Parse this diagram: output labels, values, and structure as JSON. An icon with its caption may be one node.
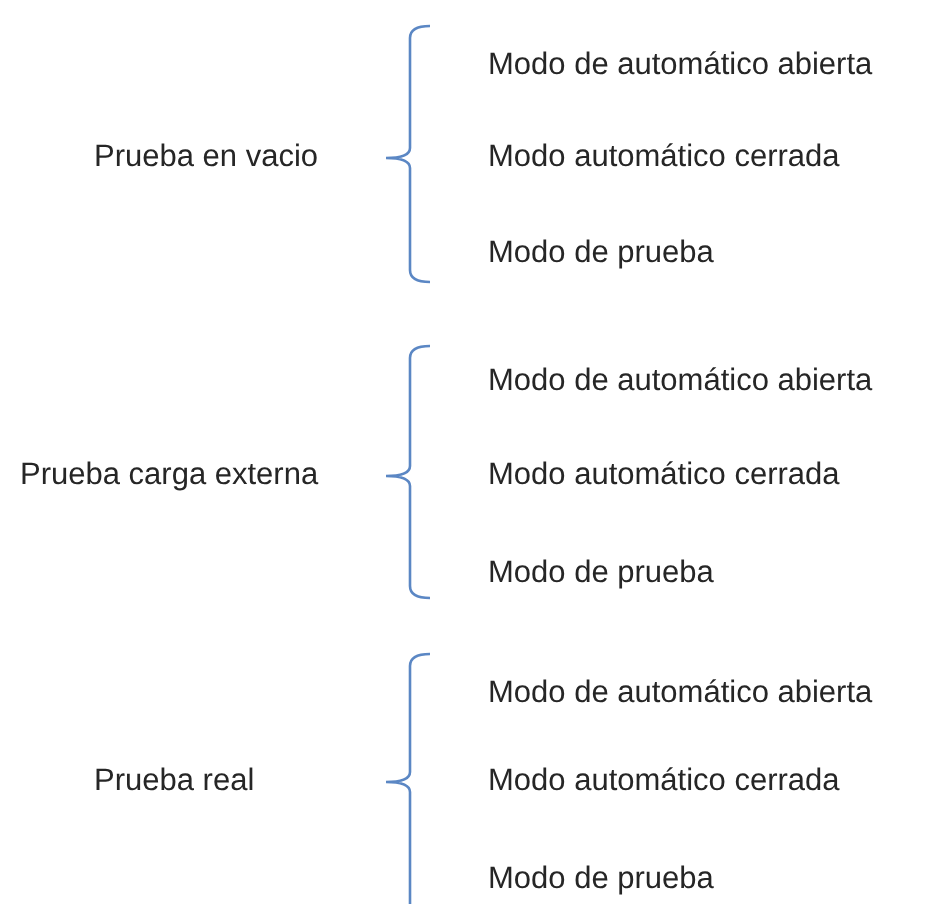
{
  "diagram": {
    "labels": [
      "Prueba en vacio",
      "Modo de automático abierta",
      "Modo automático cerrada",
      "Modo de prueba",
      "Prueba carga externa",
      "Modo de automático abierta",
      "Modo automático cerrada",
      "Modo de prueba",
      "Prueba real",
      "Modo de automático abierta",
      "Modo automático cerrada",
      "Modo de prueba"
    ]
  }
}
